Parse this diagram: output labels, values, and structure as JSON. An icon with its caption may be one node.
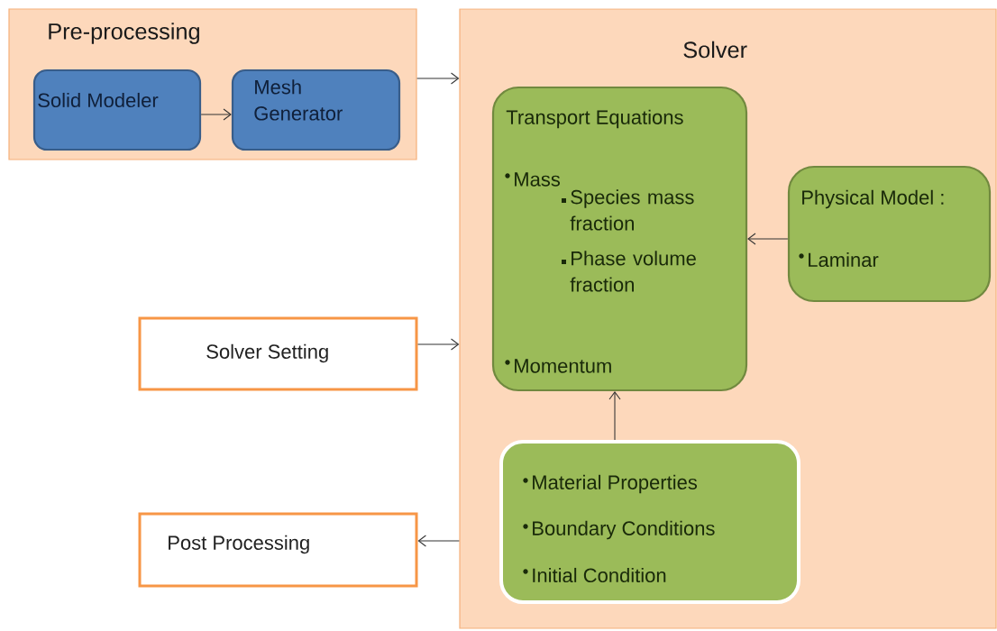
{
  "diagram": {
    "nodes": [
      {
        "text": [
          "Pre-processing"
        ]
      },
      {
        "text": [
          "Solid Modeler"
        ],
        "in": 0
      },
      {
        "text": [
          "Mesh Generator"
        ],
        "in": 0
      },
      {
        "text": [
          "Solver"
        ]
      },
      {
        "text": [
          "Transport Equations",
          "Mass",
          "Species mass fraction",
          "Phase volume fraction",
          "Momentum"
        ],
        "in": 3
      },
      {
        "text": [
          "Physical Model :",
          "Laminar"
        ],
        "in": 3
      },
      {
        "text": [
          "Material Properties",
          "Boundary Conditions",
          "Initial Condition"
        ],
        "in": 3
      },
      {
        "text": [
          "Solver  Setting"
        ]
      },
      {
        "text": [
          "Post Processing"
        ]
      }
    ],
    "edges": [
      {
        "from": 1,
        "to": 2,
        "arrow": "to"
      },
      {
        "from": 0,
        "to": 3,
        "arrow": "to"
      },
      {
        "from": 7,
        "to": 3,
        "arrow": "to"
      },
      {
        "from": 3,
        "to": 8,
        "arrow": "to"
      },
      {
        "from": 5,
        "to": 4,
        "arrow": "to"
      },
      {
        "from": 6,
        "to": 4,
        "arrow": "to"
      }
    ]
  }
}
